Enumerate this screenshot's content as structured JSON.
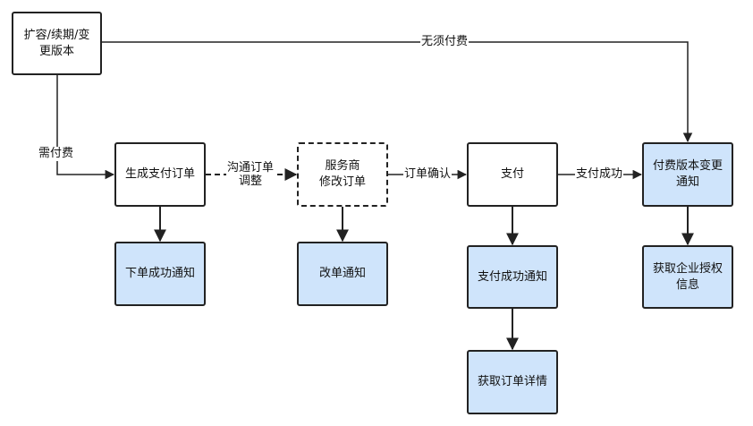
{
  "nodes": {
    "start": "扩容/续期/变\n更版本",
    "gen_order": "生成支付订单",
    "provider_modify": "服务商\n修改订单",
    "pay": "支付",
    "paid_version_notice": "付费版本变更\n通知",
    "order_success_notice": "下单成功通知",
    "modify_notice": "改单通知",
    "pay_success_notice": "支付成功通知",
    "get_auth_info": "获取企业授权\n信息",
    "get_order_detail": "获取订单详情"
  },
  "edges": {
    "no_pay": "无须付费",
    "need_pay": "需付费",
    "negotiate": "沟通订单\n调整",
    "confirm": "订单确认",
    "pay_success": "支付成功"
  },
  "colors": {
    "line": "#222222",
    "highlight_fill": "#cfe4fb"
  }
}
